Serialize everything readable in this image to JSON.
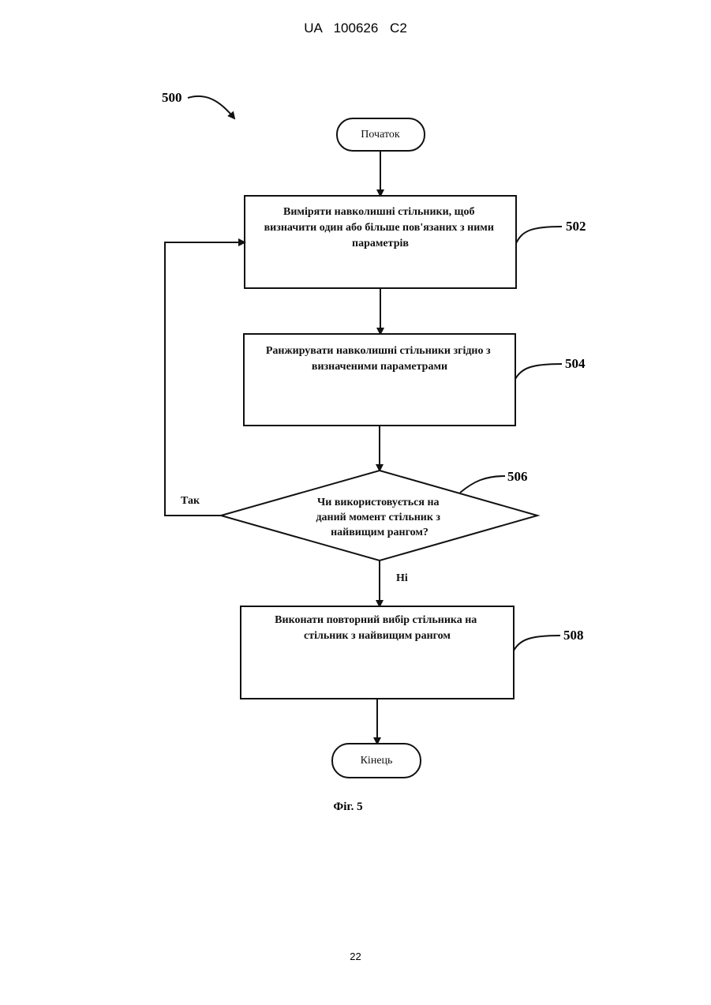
{
  "header": {
    "patent_id": "UA   100626   C2"
  },
  "page_number": "22",
  "figure": {
    "ref": "500",
    "caption": "Фіг. 5"
  },
  "nodes": {
    "start": {
      "label": "Початок"
    },
    "step_502": {
      "ref": "502",
      "lines": [
        "Виміряти навколишні стільники, щоб",
        "визначити один або більше пов'язаних з ними",
        "параметрів"
      ]
    },
    "step_504": {
      "ref": "504",
      "lines": [
        "Ранжирувати навколишні стільники згідно з",
        "визначеними параметрами"
      ]
    },
    "decision_506": {
      "ref": "506",
      "lines": [
        "Чи використовується на",
        "даний момент стільник з",
        "найвищим рангом?"
      ]
    },
    "step_508": {
      "ref": "508",
      "lines": [
        "Виконати повторний вибір стільника на",
        "стільник з найвищим рангом"
      ]
    },
    "end": {
      "label": "Кінець"
    }
  },
  "edges": {
    "yes_label": "Так",
    "no_label": "Ні"
  }
}
